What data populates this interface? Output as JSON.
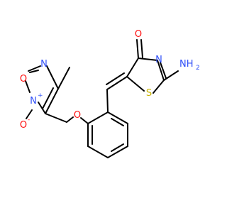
{
  "molecule": {
    "atom_labels": {
      "carbonyl_oxygen": "O",
      "ring_nitrogen": "N",
      "amine": "NH",
      "amine_subscript": "2",
      "thiazole_sulfur": "S",
      "furazan_n_top": "N",
      "furazan_oxygen": "O",
      "furazan_n_oxide": "N",
      "n_oxide_charge": "+",
      "oxide_oxygen": "O",
      "oxide_charge": "-",
      "ether_oxygen": "O"
    },
    "colors": {
      "bond": "#000000",
      "oxygen": "#ff0d0d",
      "nitrogen": "#3050f8",
      "sulfur": "#c8b400"
    }
  }
}
